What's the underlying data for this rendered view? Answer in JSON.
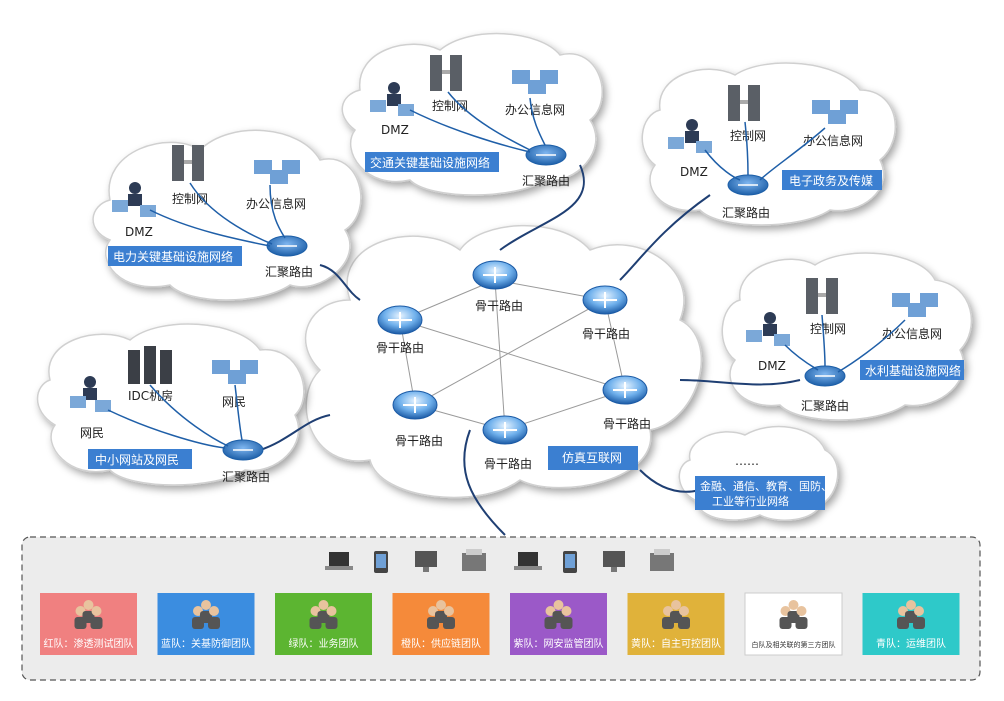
{
  "colors": {
    "cloud_fill": "#ffffff",
    "cloud_stroke": "#d8d8d8",
    "link_line": "#1f3f73",
    "label_blue": "#3b7fd1",
    "router_blue": "#2f6fb5",
    "dashed_panel_bg": "#ececec"
  },
  "backbone": {
    "router_label": "骨干路由",
    "box_label": "仿真互联网"
  },
  "networks": {
    "power": {
      "title": "电力关键基础设施网络",
      "dmz": "DMZ",
      "control": "控制网",
      "office": "办公信息网",
      "router": "汇聚路由"
    },
    "transport": {
      "title": "交通关键基础设施网络",
      "dmz": "DMZ",
      "control": "控制网",
      "office": "办公信息网",
      "router": "汇聚路由"
    },
    "egov": {
      "title": "电子政务及传媒",
      "dmz": "DMZ",
      "control": "控制网",
      "office": "办公信息网",
      "router": "汇聚路由"
    },
    "water": {
      "title": "水利基础设施网络",
      "dmz": "DMZ",
      "control": "控制网",
      "office": "办公信息网",
      "router": "汇聚路由"
    },
    "sme": {
      "title": "中小网站及网民",
      "netizen": "网民",
      "idc": "IDC机房",
      "netizen2": "网民",
      "router": "汇聚路由"
    },
    "industry": {
      "dots": "……",
      "line1": "金融、通信、教育、国防、",
      "line2": "工业等行业网络"
    }
  },
  "teams": [
    {
      "label": "红队：渗透测试团队",
      "color": "#f08080"
    },
    {
      "label": "蓝队：关基防御团队",
      "color": "#3b8de0"
    },
    {
      "label": "绿队：业务团队",
      "color": "#5cb531"
    },
    {
      "label": "橙队：供应链团队",
      "color": "#f58a3a"
    },
    {
      "label": "紫队：网安监管团队",
      "color": "#9b59c8"
    },
    {
      "label": "黄队：自主可控团队",
      "color": "#e0b23a"
    },
    {
      "label": "白队及相关联的第三方团队",
      "color": "#ffffff"
    },
    {
      "label": "青队：运维团队",
      "color": "#2ec9c9"
    }
  ]
}
